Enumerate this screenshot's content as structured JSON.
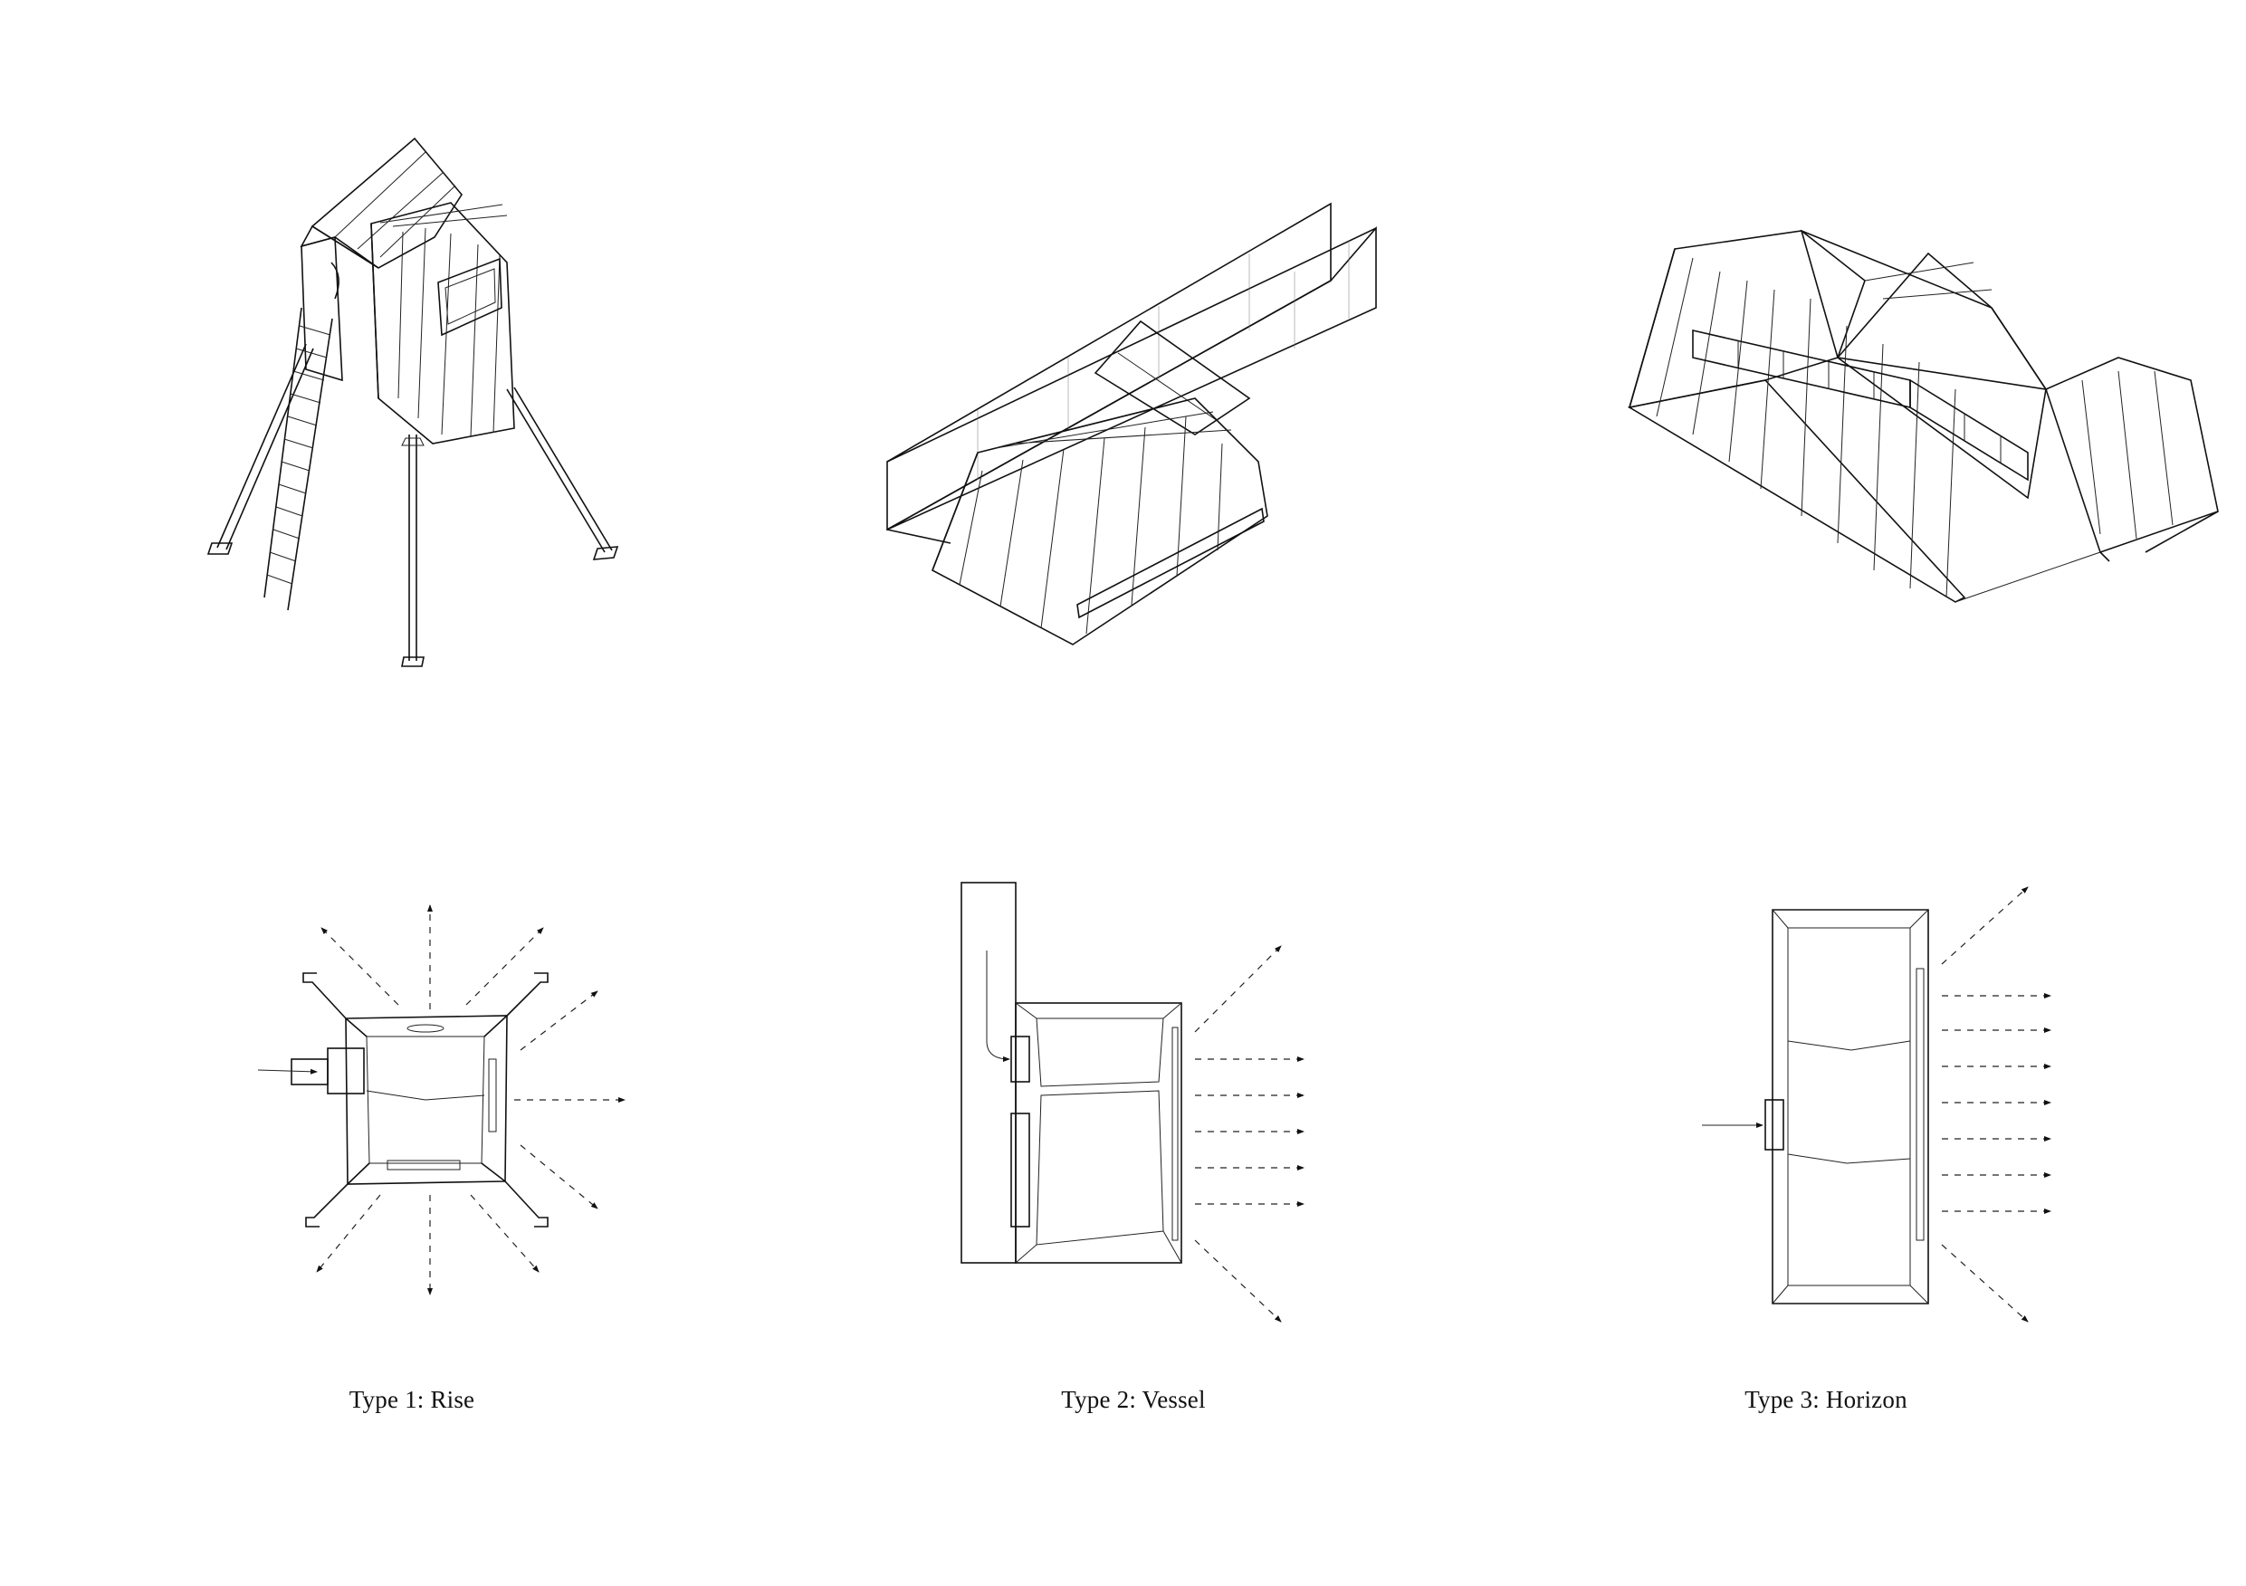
{
  "types": [
    {
      "id": "rise",
      "caption": "Type 1: Rise"
    },
    {
      "id": "vessel",
      "caption": "Type 2: Vessel"
    },
    {
      "id": "horizon",
      "caption": "Type 3: Horizon"
    }
  ],
  "colors": {
    "ink": "#111111",
    "paper": "#ffffff"
  }
}
